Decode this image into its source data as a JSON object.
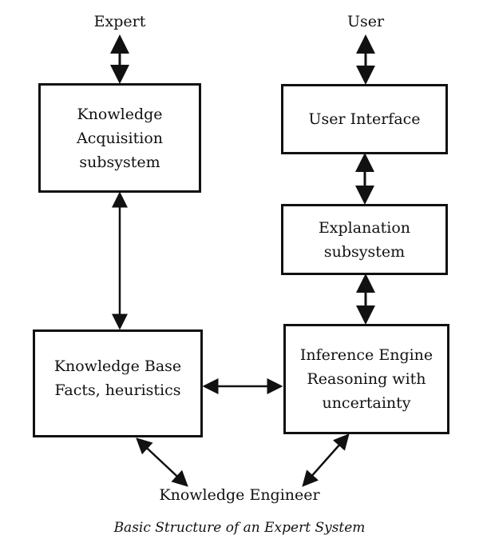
{
  "diagram": {
    "title": "Basic Structure of an Expert System",
    "actors": {
      "expert": "Expert",
      "user": "User",
      "knowledge_engineer": "Knowledge Engineer"
    },
    "boxes": {
      "knowledge_acquisition": {
        "lines": [
          "Knowledge",
          "Acquisition",
          "subsystem"
        ]
      },
      "user_interface": {
        "lines": [
          "User Interface"
        ]
      },
      "explanation": {
        "lines": [
          "Explanation",
          "subsystem"
        ]
      },
      "knowledge_base": {
        "lines": [
          "Knowledge Base",
          "Facts, heuristics"
        ]
      },
      "inference_engine": {
        "lines": [
          "Inference Engine",
          "Reasoning with",
          "uncertainty"
        ]
      }
    },
    "connections": [
      {
        "from": "Expert",
        "to": "Knowledge Acquisition subsystem",
        "direction": "bidirectional"
      },
      {
        "from": "Knowledge Acquisition subsystem",
        "to": "Knowledge Base",
        "direction": "bidirectional"
      },
      {
        "from": "User",
        "to": "User Interface",
        "direction": "bidirectional"
      },
      {
        "from": "User Interface",
        "to": "Explanation subsystem",
        "direction": "bidirectional"
      },
      {
        "from": "Explanation subsystem",
        "to": "Inference Engine",
        "direction": "bidirectional"
      },
      {
        "from": "Knowledge Base",
        "to": "Inference Engine",
        "direction": "bidirectional"
      },
      {
        "from": "Knowledge Base",
        "to": "Knowledge Engineer",
        "direction": "bidirectional"
      },
      {
        "from": "Inference Engine",
        "to": "Knowledge Engineer",
        "direction": "bidirectional"
      }
    ]
  }
}
